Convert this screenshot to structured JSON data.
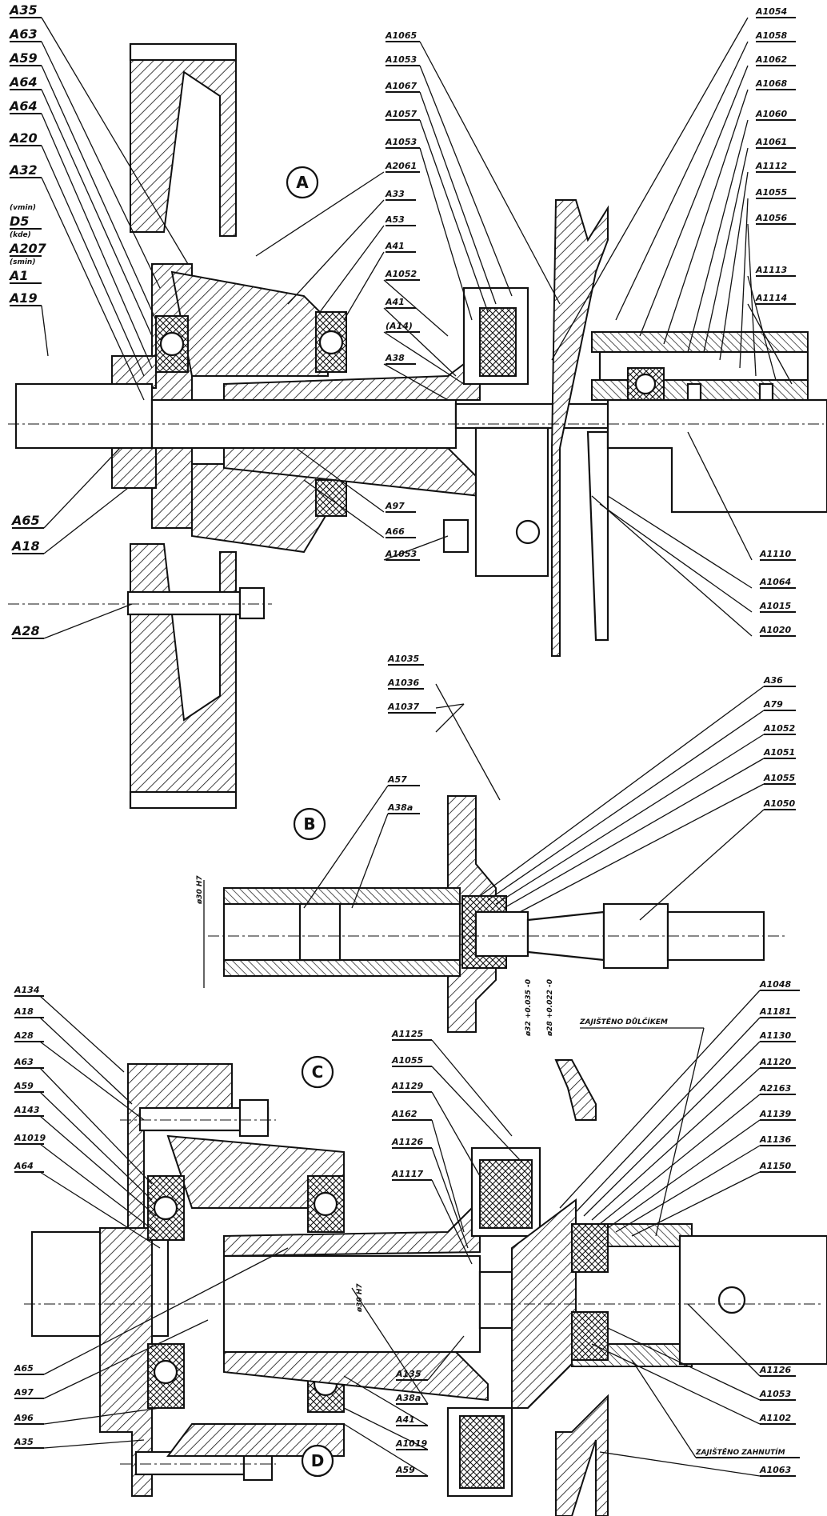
{
  "views": {
    "a": "A",
    "b": "B",
    "c": "C",
    "d": "D"
  },
  "left_labels": [
    "A35",
    "A63",
    "A59",
    "A64",
    "A64",
    "A20",
    "A32",
    "D5",
    "A207",
    "A1",
    "A19",
    "A65",
    "A18",
    "A28"
  ],
  "left_small": [
    "(vmin)",
    "(kde)",
    "(smin)"
  ],
  "right_top": [
    "A1054",
    "A1058",
    "A1062",
    "A1068",
    "A1060",
    "A1061",
    "A1112",
    "A1055",
    "A1056",
    "A1113",
    "A1114"
  ],
  "mid_top": [
    "A1065",
    "A1053",
    "A1067",
    "A1057",
    "A1053",
    "A2061",
    "A33",
    "A53",
    "A41",
    "A1052",
    "A41",
    "(A14)",
    "A38"
  ],
  "mid_low": [
    "A97",
    "A66",
    "A1053"
  ],
  "right_low": [
    "A1110",
    "A1064",
    "A1015",
    "A1020"
  ],
  "b_right": [
    "A36",
    "A79",
    "A1052",
    "A1051",
    "A1055",
    "A1050"
  ],
  "b_top": [
    "A1035",
    "A1036",
    "A1037"
  ],
  "b_mid": [
    "A57",
    "A38a"
  ],
  "b_dims": {
    "d1": "ø30 H7",
    "d2": "ø28 +0.022 -0",
    "d3": "ø32 +0.035 -0"
  },
  "c_left": [
    "A134",
    "A18",
    "A28",
    "A63",
    "A59",
    "A143",
    "A1019",
    "A64",
    "A65",
    "A97",
    "A96",
    "A35"
  ],
  "c_mid": [
    "A1125",
    "A1055",
    "A1129",
    "A162",
    "A1126",
    "A1117"
  ],
  "c_right": [
    "A1048",
    "A1181",
    "A1130",
    "A1120",
    "A2163",
    "A1139",
    "A1136",
    "A1150"
  ],
  "c_low_mid": [
    "A135",
    "A38a",
    "A41",
    "A1019",
    "A59"
  ],
  "c_low_right": [
    "A1126",
    "A1053",
    "A1102",
    "A1063"
  ],
  "notes": {
    "secured": "ZAJIŠTĚNO DŮLČÍKEM",
    "secured2": "ZAJIŠTĚNO ZAHNUTÍM",
    "dim_c": "ø30 H7"
  }
}
